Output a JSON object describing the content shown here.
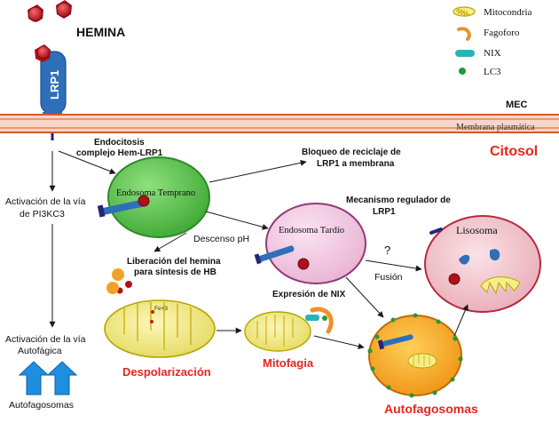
{
  "legend": {
    "items": [
      {
        "label": "Mitocondria",
        "icon": "mitochondria-icon"
      },
      {
        "label": "Fagoforo",
        "icon": "phagophore-icon"
      },
      {
        "label": "NIX",
        "icon": "nix-icon"
      },
      {
        "label": "LC3",
        "icon": "lc3-icon"
      }
    ]
  },
  "labels": {
    "hemina": "HEMINA",
    "lrp1": "LRP1",
    "mec": "MEC",
    "membrana": "Membrana plasmática",
    "citosol": "Citosol",
    "endocitosis_1": "Endocitosis",
    "endocitosis_2": "complejo Hem-LRP1",
    "bloqueo_1": "Bloqueo de reciclaje de",
    "bloqueo_2": "LRP1 a membrana",
    "activacion_pi3k_1": "Activación de la vía",
    "activacion_pi3k_2": "de PI3KC3",
    "endosoma_temprano": "Endosoma Temprano",
    "mecanismo_1": "Mecanismo regulador de",
    "mecanismo_2": "LRP1",
    "descenso_ph": "Descenso pH",
    "endosoma_tardio": "Endosoma Tardío",
    "question": "?",
    "lisosoma": "Lisosoma",
    "liberacion_1": "Liberación del hemina",
    "liberacion_2": "para síntesis de HB",
    "fusion": "Fusión",
    "expresion_nix": "Expresión de NIX",
    "fe3": "Fe+3",
    "activacion_auto_1": "Activación de la vía",
    "activacion_auto_2": "Autofágica",
    "despolarizacion": "Despolarización",
    "mitofagia": "Mitofagia",
    "autofagosomas_small": "Autofagosomas",
    "autofagosomas_big": "Autofagosomas"
  },
  "colors": {
    "heme_red": "#c8141e",
    "membrane_orange": "#e8825a",
    "receptor_blue": "#2e6fba",
    "early_endosome": "#57c24a",
    "late_endosome": "#f3c8e2",
    "lysosome": "#f0c4cc",
    "mitochondria": "#eee878",
    "autophagosome": "#f2a21c",
    "nix": "#2ab3b5",
    "lc3": "#1f9a38",
    "label_red": "#e8261c",
    "arrow_blue": "#1e8ee0"
  }
}
